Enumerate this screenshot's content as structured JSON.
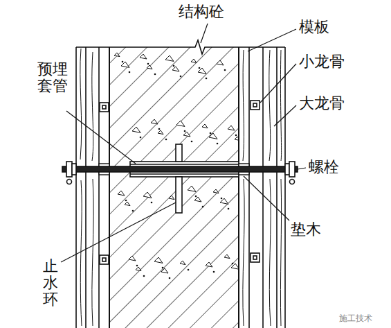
{
  "diagram": {
    "labels": [
      "结构砼",
      "模板",
      "小龙骨",
      "大龙骨",
      "螺栓",
      "垫木",
      "预埋套管",
      "止水环",
      "施工技术"
    ]
  }
}
